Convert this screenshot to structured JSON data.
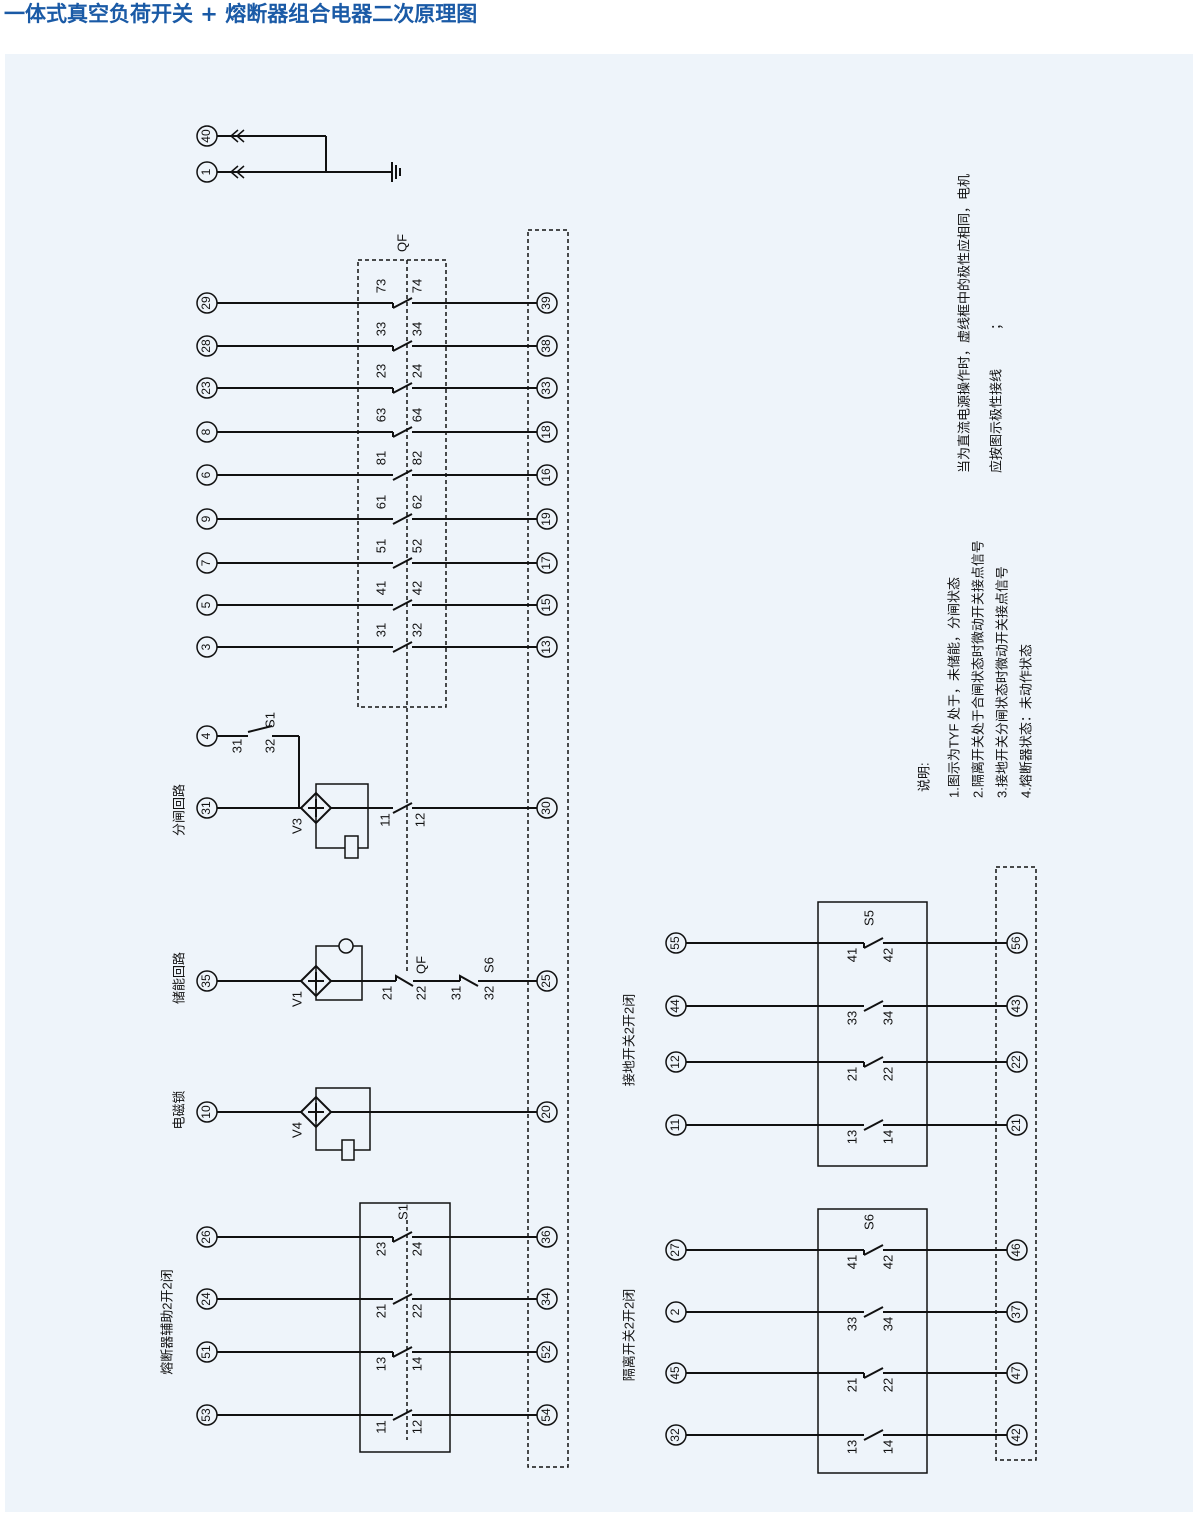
{
  "title": "一体式真空负荷开关 + 熔断器组合电器二次原理图",
  "colors": {
    "title": "#1a5aa6",
    "panel": "#eef4fa",
    "line": "#111111"
  },
  "power_terminals": [
    "40",
    "1"
  ],
  "qf_group": {
    "label": "QF",
    "rows": [
      {
        "left": "29",
        "right": "39",
        "c1": "73",
        "c2": "74",
        "nc": true
      },
      {
        "left": "28",
        "right": "38",
        "c1": "33",
        "c2": "34",
        "nc": true
      },
      {
        "left": "23",
        "right": "33",
        "c1": "23",
        "c2": "24",
        "nc": true
      },
      {
        "left": "8",
        "right": "18",
        "c1": "63",
        "c2": "64",
        "nc": true
      },
      {
        "left": "6",
        "right": "16",
        "c1": "81",
        "c2": "82",
        "nc": false
      },
      {
        "left": "9",
        "right": "19",
        "c1": "61",
        "c2": "62",
        "nc": false
      },
      {
        "left": "7",
        "right": "17",
        "c1": "51",
        "c2": "52",
        "nc": false
      },
      {
        "left": "5",
        "right": "15",
        "c1": "41",
        "c2": "42",
        "nc": false
      },
      {
        "left": "3",
        "right": "13",
        "c1": "31",
        "c2": "32",
        "nc": false
      }
    ]
  },
  "trip_circuit": {
    "label": "分闸回路",
    "s1_terminal": "4",
    "s1_c1": "31",
    "s1_c2": "32",
    "s1_name": "S1",
    "left": "31",
    "right": "30",
    "bridge": "V3",
    "c1": "11",
    "c2": "12"
  },
  "charge_circuit": {
    "label": "储能回路",
    "left": "35",
    "right": "25",
    "bridge": "V1",
    "qf_c1": "21",
    "qf_c2": "22",
    "qf_name": "QF",
    "s6_c1": "31",
    "s6_c2": "32",
    "s6_name": "S6"
  },
  "lock_circuit": {
    "label": "电磁锁",
    "left": "10",
    "right": "20",
    "bridge": "V4"
  },
  "fuse_aux": {
    "label": "熔断器辅助2开2闭",
    "name": "S1",
    "rows": [
      {
        "left": "26",
        "right": "36",
        "c1": "23",
        "c2": "24",
        "nc": true
      },
      {
        "left": "24",
        "right": "34",
        "c1": "21",
        "c2": "22",
        "nc": false
      },
      {
        "left": "51",
        "right": "52",
        "c1": "13",
        "c2": "14",
        "nc": true
      },
      {
        "left": "53",
        "right": "54",
        "c1": "11",
        "c2": "12",
        "nc": false
      }
    ]
  },
  "earth_switch": {
    "label": "接地开关2开2闭",
    "name": "S5",
    "rows": [
      {
        "left": "55",
        "right": "56",
        "c1": "41",
        "c2": "42",
        "nc": true
      },
      {
        "left": "44",
        "right": "43",
        "c1": "33",
        "c2": "34",
        "nc": false
      },
      {
        "left": "12",
        "right": "22",
        "c1": "21",
        "c2": "22",
        "nc": true
      },
      {
        "left": "11",
        "right": "21",
        "c1": "13",
        "c2": "14",
        "nc": false
      }
    ]
  },
  "isolator": {
    "label": "隔离开关2开2闭",
    "name": "S6",
    "rows": [
      {
        "left": "27",
        "right": "46",
        "c1": "41",
        "c2": "42",
        "nc": true
      },
      {
        "left": "2",
        "right": "37",
        "c1": "33",
        "c2": "34",
        "nc": false
      },
      {
        "left": "45",
        "right": "47",
        "c1": "21",
        "c2": "22",
        "nc": true
      },
      {
        "left": "32",
        "right": "42",
        "c1": "13",
        "c2": "14",
        "nc": false
      }
    ]
  },
  "notes": {
    "heading": "说明:",
    "items": [
      "1.图示为TYF 处于，未储能，分闸状态",
      "2.隔离开关处于合闸状态时微动开关接点信号",
      "3.接地开关分闸状态时微动开关接点信号",
      "4.熔断器状态：未动作状态"
    ],
    "dc_note_1": "当为直流电源操作时，虚线框中的极性应相同，电机",
    "dc_note_2": "应按图示极性接线",
    "dc_note_3": "；"
  }
}
